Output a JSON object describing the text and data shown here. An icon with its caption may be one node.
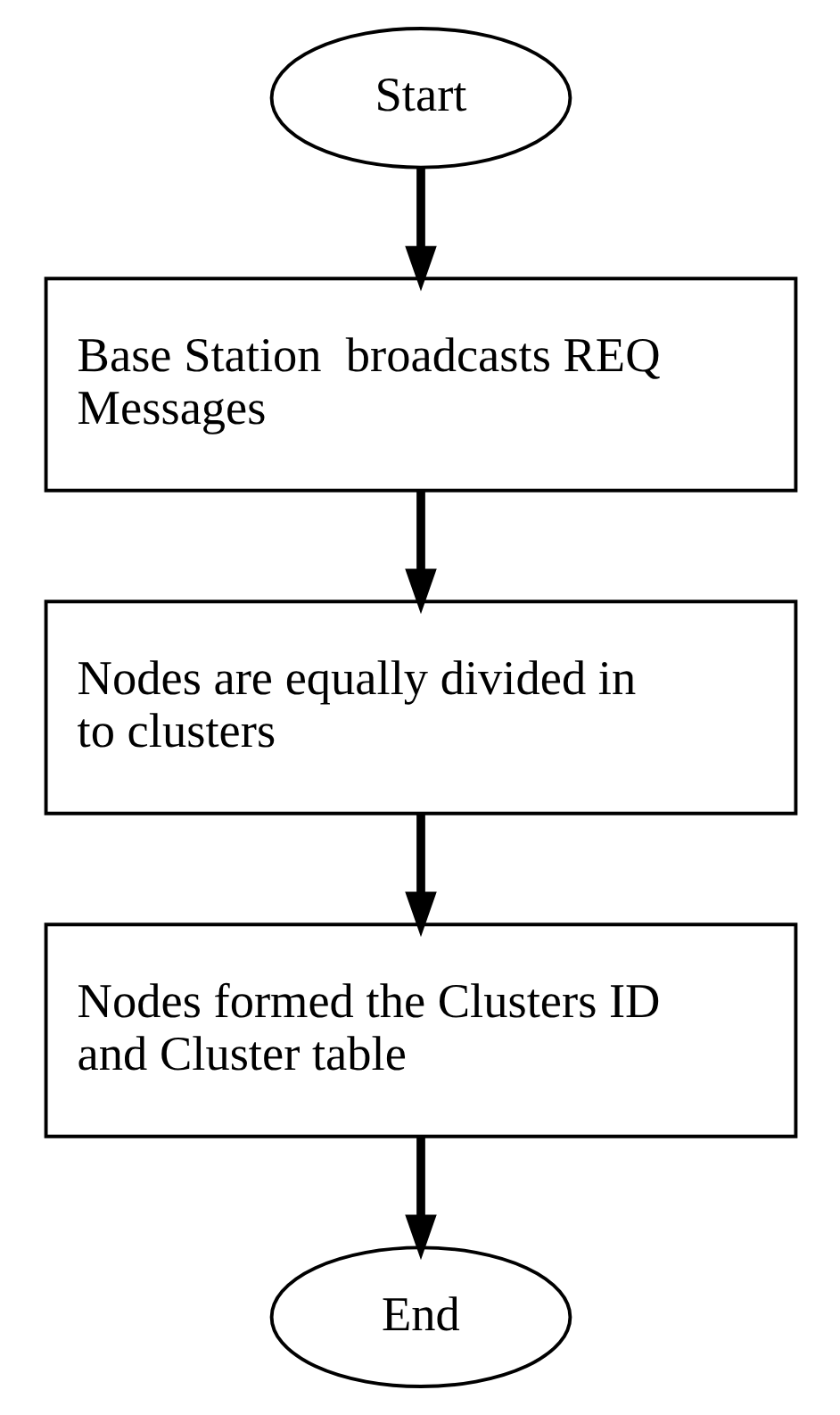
{
  "diagram": {
    "nodes": [
      {
        "text": [
          "Start"
        ]
      },
      {
        "text": [
          "Base Station  broadcasts REQ Messages"
        ]
      },
      {
        "text": [
          "Nodes are equally divided in to clusters"
        ]
      },
      {
        "text": [
          "Nodes formed the Clusters ID and Cluster table"
        ]
      },
      {
        "text": [
          "End"
        ]
      }
    ],
    "edges": [
      {
        "from": 0,
        "to": 1,
        "arrow": "to"
      },
      {
        "from": 1,
        "to": 2,
        "arrow": "to"
      },
      {
        "from": 2,
        "to": 3,
        "arrow": "to"
      },
      {
        "from": 3,
        "to": 4,
        "arrow": "to"
      }
    ]
  }
}
